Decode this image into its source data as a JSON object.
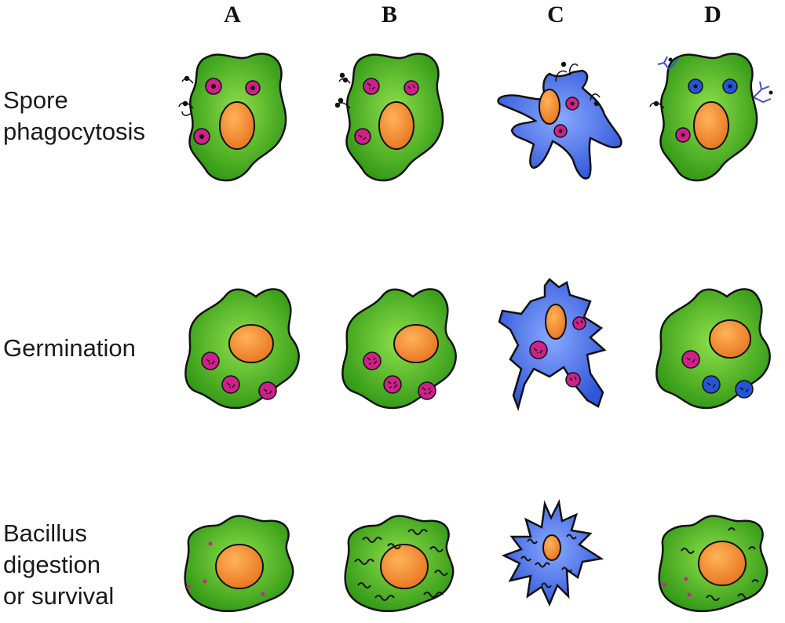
{
  "column_headers": [
    "A",
    "B",
    "C",
    "D"
  ],
  "row_labels": [
    "Spore\nphagocytosis",
    "Germination",
    "Bacillus\ndigestion\nor survival"
  ],
  "colors": {
    "macrophage": "#3fa51c",
    "dendritic_cell": "#3f6ee8",
    "nucleus": "#f08a2c",
    "spore": "#d0208a",
    "blue_spore": "#2456d4",
    "receptor_blue": "#3a55c8",
    "outline": "#111111"
  },
  "cells": [
    [
      {
        "cell": "macrophage",
        "label": "A-phagocytosis"
      },
      {
        "cell": "macrophage",
        "label": "B-phagocytosis"
      },
      {
        "cell": "dendritic",
        "label": "C-phagocytosis"
      },
      {
        "cell": "macrophage",
        "label": "D-phagocytosis"
      }
    ],
    [
      {
        "cell": "macrophage",
        "label": "A-germination"
      },
      {
        "cell": "macrophage",
        "label": "B-germination"
      },
      {
        "cell": "dendritic",
        "label": "C-germination"
      },
      {
        "cell": "macrophage",
        "label": "D-germination"
      }
    ],
    [
      {
        "cell": "macrophage",
        "label": "A-digestion"
      },
      {
        "cell": "macrophage",
        "label": "B-digestion"
      },
      {
        "cell": "dendritic",
        "label": "C-digestion"
      },
      {
        "cell": "macrophage",
        "label": "D-digestion"
      }
    ]
  ]
}
